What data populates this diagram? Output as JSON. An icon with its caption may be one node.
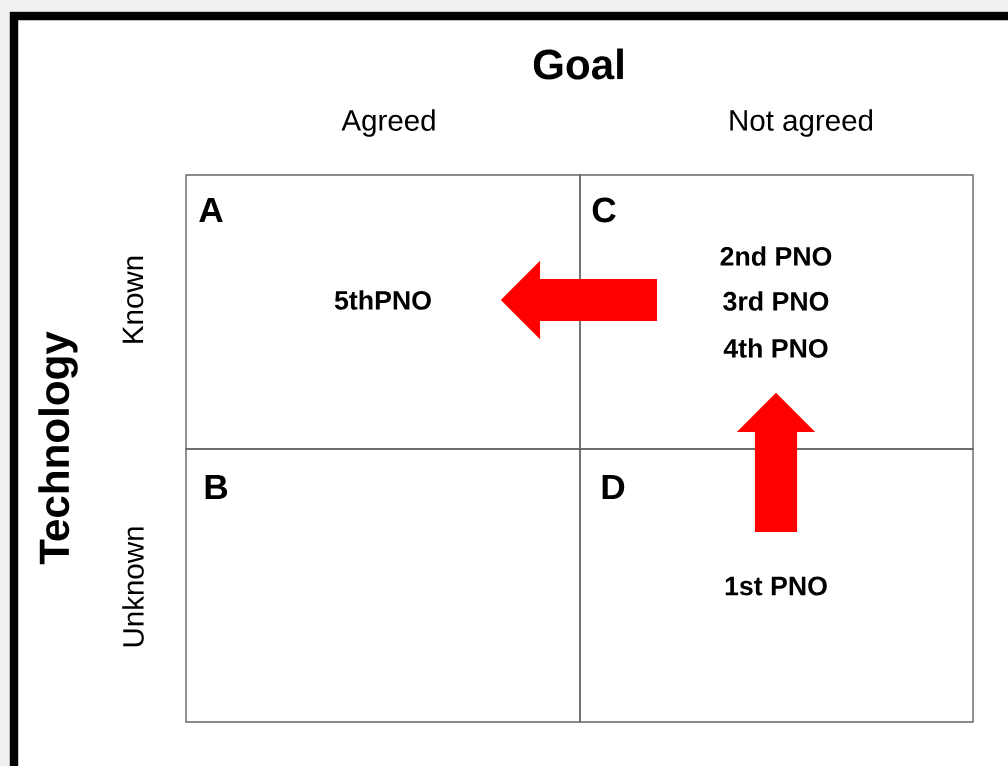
{
  "diagram": {
    "nodes": [
      {
        "text": [
          "A",
          "5thPNO"
        ]
      },
      {
        "text": [
          "B"
        ]
      },
      {
        "text": [
          "C",
          "2nd PNO",
          "3rd PNO",
          "4th PNO"
        ]
      },
      {
        "text": [
          "D",
          "1st PNO"
        ]
      }
    ],
    "edges": [
      {
        "from": 2,
        "to": 0,
        "arrow": "to"
      },
      {
        "from": 3,
        "to": 2,
        "arrow": "to"
      }
    ],
    "labels": [
      "Goal",
      "Agreed",
      "Not agreed",
      "Technology",
      "Known",
      "Unknown"
    ]
  }
}
